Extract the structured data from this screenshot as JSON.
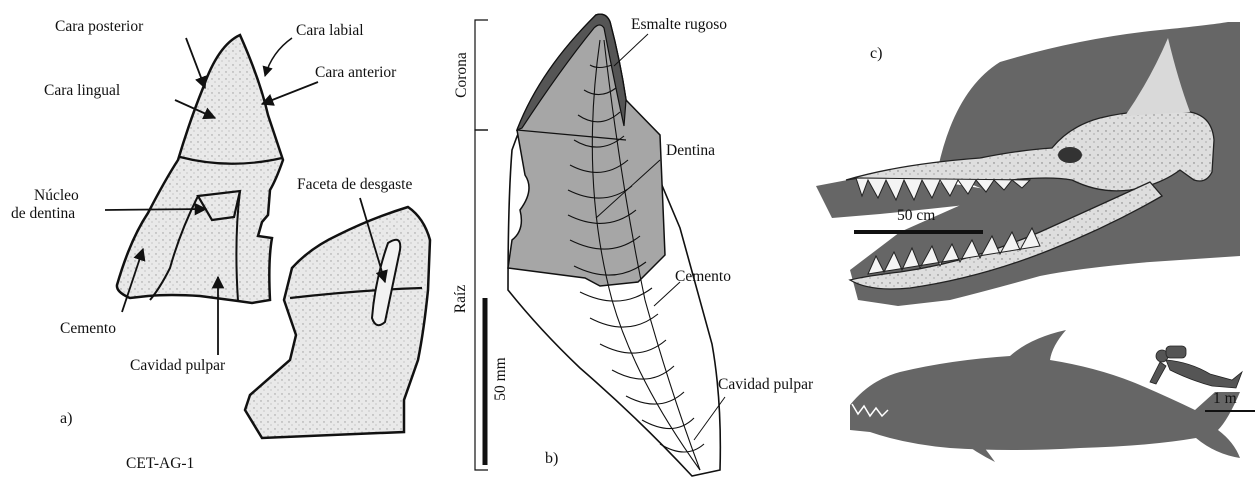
{
  "panel_a": {
    "letter": "a)",
    "specimen": "CET-AG-1",
    "labels": {
      "posterior": "Cara posterior",
      "labial": "Cara labial",
      "anterior": "Cara anterior",
      "lingual": "Cara lingual",
      "nucleo_1": "Núcleo",
      "nucleo_2": "de dentina",
      "faceta": "Faceta de desgaste",
      "cemento": "Cemento",
      "cavidad": "Cavidad pulpar"
    }
  },
  "panel_b": {
    "letter": "b)",
    "corona": "Corona",
    "raiz": "Raíz",
    "scale": "50 mm",
    "labels": {
      "esmalte": "Esmalte rugoso",
      "dentina": "Dentina",
      "cemento": "Cemento",
      "cavidad": "Cavidad pulpar"
    },
    "colors": {
      "crown": "#a6a6a6",
      "enamel": "#555555"
    }
  },
  "panel_c": {
    "letter": "c)",
    "skull_scale": "50 cm",
    "body_scale": "1 m",
    "colors": {
      "silhouette": "#666666",
      "skull": "#d9d9d9"
    }
  }
}
